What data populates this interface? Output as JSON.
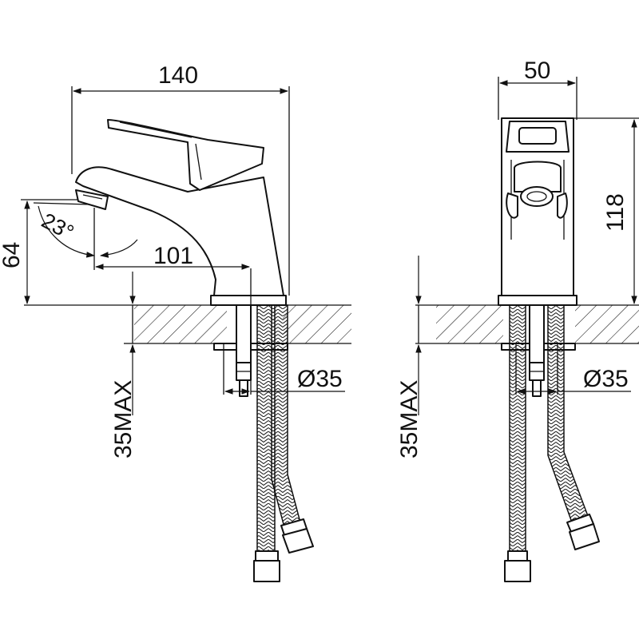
{
  "dimensions": {
    "side_width": "140",
    "spout_reach": "101",
    "spout_height": "64",
    "spout_angle": "23°",
    "side_max_thickness": "35MAX",
    "side_hole_diameter": "Ø35",
    "front_width": "50",
    "front_height": "118",
    "front_max_thickness": "35MAX",
    "front_hole_diameter": "Ø35"
  },
  "colors": {
    "line": "#111111",
    "background": "#ffffff"
  }
}
